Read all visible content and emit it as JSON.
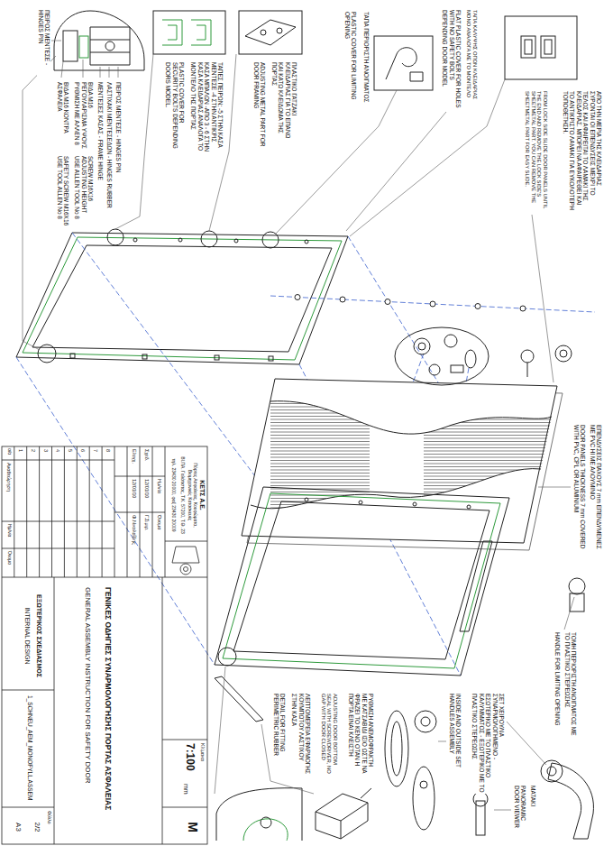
{
  "diagram": {
    "labels": [
      "ΠΕΙΡΟΣ ΜΕΝΤΕΣΕ - HINGES PIN",
      "ΠΕΙΡΟΣ ΜΕΝΤΕΣΕ - HINGES PIN",
      "ΛΑΣΤΙΧΑΚΙ ΜΕΝΤΕΣΕΔΩΝ - HINGES RUBBER",
      "ΜΕΝΤΕΣΕΣ ΚΑΣΑΣ - FRAME HINGE",
      "ΒΙΔΑ Μ16 ΡΕΓΟΥΛΑΡΙΣΜΑ ΥΨΟΥΣ ΡΥΘΜΙΣΗ ΜΕ ΑΛΛΕΝ 8",
      "SCREW M16X16 ADJUSTING HEIGHT USE ALLEN TOOL No 8",
      "ΒΙΔΑ Μ16 ΚΟΝΤΡΑ ΑΣΦΑΛΕΙΑ",
      "SAFETY SCREW M16X16 USE TOOL ALLEN No 8",
      "ΤΑΠΕΣ ΠΕΙΡΩΝ: -5 ΣΤΗΝ ΚΑΣΑ ΜΕΝΤΕΣΕ -4 ΣΤΗΝ ΑΝΤΙΚΡΙΣ ΚΑΣΑ ΜΠΑΛΩΝ -ΑΠΟ 3 - 6 ΣΤΗΝ ΚΑΣΑ ΚΛΕΙΔΑΡΙΑΣ ΑΝΑΛΟΓΑ ΤΟ ΜΟΝΤΕΛΟ ΤΗΣ ΠΟΡΤΑΣ",
      "PLASTIC COVER FOR SECURITY BOLTS DEPENDING DOORS MODEL.",
      "ΠΛΑΣΤΙΚΟ ΓΑΤΖΑΚΙ ΚΛΕΙΔΑΡΙΑΣ ΓΙΑ ΤΟ ΕΠΑΝΩ ΚΑΙ ΚΑΤΩ ΚΛΕΙΔΩΜΑ ΤΗΣ ΠΟΡΤΑΣ",
      "ADJUSTING METAL PART FOR DOOR FRAMING",
      "ΤΑΠΑ ΠΕΡΙΟΡΙΣΤΗ ΑΝΟΙΓΜΑΤΟΣ",
      "PLASTIC COVER FOR LIMITING OPENING",
      "ΤΑΠΑ ΚΑΛΥΨΗΣ ΟΠΩΝ ΚΛΕΙΔΑΡΙΑΣ ΜΟΝΟ ΑΝΑΛΟΓΑ ΜΕ ΤΟ ΜΟΝΤΕΛΟ",
      "FLAT PLASTIC COVER FOR HOLES WITH NO SAFETY BOLTS DEPENDING DOOR MODEL",
      "ΑΠΟ ΤΗΝ ΜΕΡΙΑ ΤΗΣ ΚΛΕΙΔΑΡΙΑΣ ΣΥΡΟΝΤΑΙ ΟΙ ΕΠΕΝΔΥΣΕΙΣ ΜΕΧΡΙ ΤΟ ΤΕΛΟΣ ΚΑΙ ΑΦΑΙΡΕΙΤΑΙ ΤΟ ΛΑΜΑΚΙ ΤΗΣ ΚΛΕΙΔΑΡΙΑΣ. ΜΠΟΡΕΙ ΝΑ ΑΦΑΙΡΕΘΕΙ ΚΑΙ ΤΟ ΑΝΤΙΚΡΙΣΤΟ ΛΑΜΑΚΙ ΓΙΑ ΕΥΚΟΛΟΤΕΡΗ ΤΟΠΟΘΕΤΗΣΗ.",
      "FROM LOCK SIDE SLIDE DOOR PANELS UNTIL THE END AND REMOVE THE LOCK SIDE'S SHEETMETAL PART. YOU CAN REMOVE THE SHEETMETAL PART FOR EASY SLIDE.",
      "ΕΠΕΝΔΥΣΕΙΣ ΠΑΧΟΥΣ 7 mm ΕΠΕΝΔΥΜΕΝΕΣ ΜΕ PVC ΗΙ ΜΕ ΑΛΟΥΜΙΝΙΟ",
      "DOOR PANELS THICKNESS 7 mm COVERED WITH PVC, CPL OR ALUMINIUM",
      "ΤΟΜΗ ΠΕΡΙΟΡΙΣΤΗ ΑΝΟΙΓΜΑΤΟΣ ΜΕ ΤΟ ΠΛΑΣΤΙΚΟ ΣΤΕΡΕΩΣΗΣ",
      "HANDLE FOR LIMITING OPENING",
      "ΜΑΤΑΚΙ",
      "PANORAMIC DOOR VIEWER",
      "ΣΕΤ ΧΕΙΡΟΥΛΙΑ ΣΥΝΑΡΜΟΛΟΓΗΜΕΝΟ - ΕΣΩΤΕΡΙΚΟ ΜΕ ΤΟ ΠΛΑΣΤΙΚΟ ΚΑΛΥΜΜΑΤΟΣ - ΕΞΩΤΕΡΙΚΟ ΜΕ ΤΟ ΠΛΑΣΤΙΚΟ ΣΤΕΡΕΩΣΗΣ",
      "INSIDE AND OUTSIDE SET HANDLES ASSEMBLY",
      "ΡΥΘΜΙΣΗ ΑΝΕΜΟΦΡΑΚΤΗ ΜΕ ΚΑΤΣΑΒΙΔΙ ΙΣΙΟ ΩΣΤΕ ΝΑ ΦΡΑΖΕΙ ΤΟ ΚΕΝΟ ΟΤΑΝ Η ΠΟΡΤΑ ΕΙΝΑΙ ΚΛΕΙΣΤΗ",
      "ADJUSTING DOOR BOTTOM SEAL WITH SCREWDRIVER, NO GAP WITH DOOR CLOSED",
      "ΛΕΠΤΟΜΕΡΕΙΑ ΕΦΑΡΜΟΓΗΣ ΚΟΥΜΠΩΤΟΥ ΛΑΣΤΙΧΟΥ ΣΤΗΝ ΚΑΣΑ",
      "DETAIL FOR FITTING PERIMETRIC RUBBER",
      "ΚΕΤΣ Α.Ε.",
      "Πόρτες Ασφαλείας, Κουφώματα, Βιομηχανικές Κατασκευές",
      "ΒΙ.ΠΑ. Γαλάτιστας, Τ.Κ. 57200, Τ.Θ. 23",
      "τηλ. 23430 20000, φαξ 23430 20009",
      "Ημ/νία",
      "Όνομα",
      "Σχεδ.",
      "12/01/10",
      "Γ.Σιμιρ.",
      "Ελεγχ.",
      "12/01/10",
      "Φ.Νικολαΐδης",
      "8",
      "7",
      "6",
      "5",
      "4",
      "3",
      "2",
      "1",
      "α/α",
      "Αναθεώρηση",
      "Ημ/νία",
      "Όνομα",
      "Κλίμακα",
      "7:100",
      "mm",
      "M",
      "ΓΕΝΙΚΕΣ ΟΔΗΓΙΕΣ ΣΥΝΑΡΜΟΛΟΓΗΣΗΣ ΠΟΡΤΑΣ ΑΣΦΑΛΕΙΑΣ",
      "GENERAL ASSEMBLY INSTRUCTION FOR SAFETY DOOR",
      "ΕΞΩΤΕΡΙΚΟΣ ΣΧΕΔΙΑΣΜΟΣ",
      "INTERNAL DESIGN",
      "1_SCHNEU_AEM_MONOFYLL.ASSEM",
      "Φύλλο",
      "2/2",
      "A3"
    ]
  }
}
